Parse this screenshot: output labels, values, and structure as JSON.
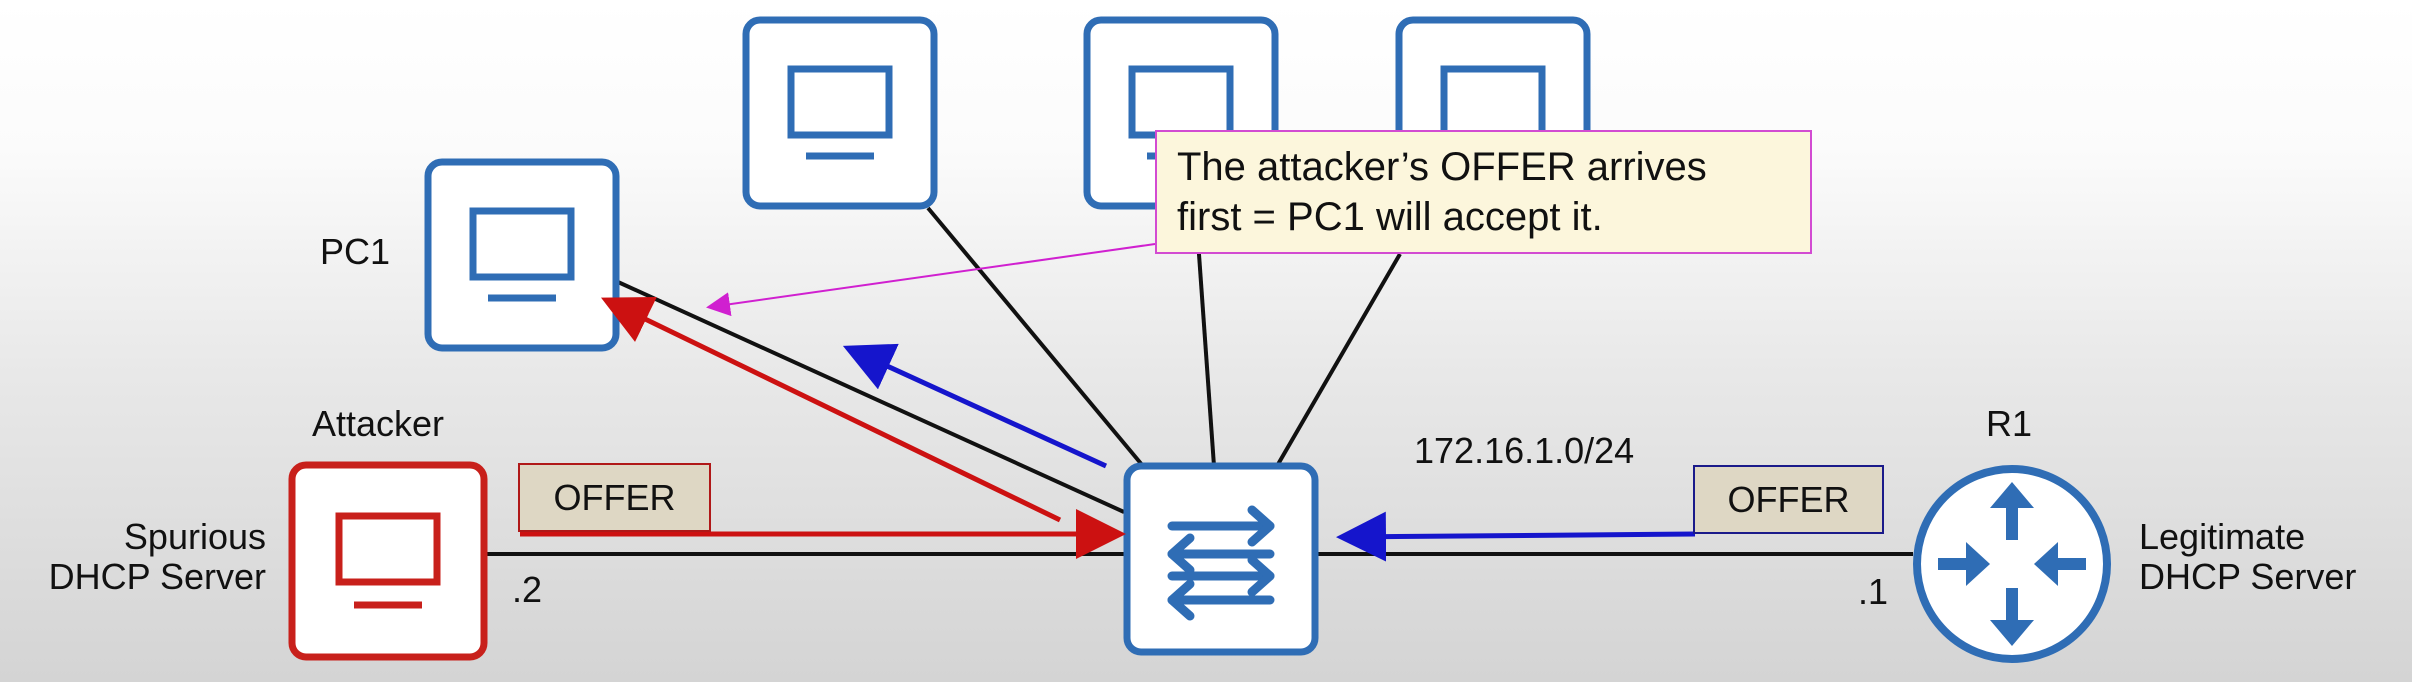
{
  "labels": {
    "pc1": "PC1",
    "attacker": "Attacker",
    "spurious_line1": "Spurious",
    "spurious_line2": "DHCP Server",
    "r1": "R1",
    "legit_line1": "Legitimate",
    "legit_line2": "DHCP Server",
    "subnet": "172.16.1.0/24",
    "attacker_host_id": ".2",
    "r1_host_id": ".1"
  },
  "messages": {
    "attacker_offer": "OFFER",
    "legit_offer": "OFFER"
  },
  "callout": {
    "line1": "The attacker’s OFFER arrives",
    "line2": "first = PC1 will accept it."
  },
  "colors": {
    "device_blue": "#2f6db5",
    "attacker_red": "#c8201b",
    "arrow_red": "#cc1111",
    "arrow_blue": "#1515cc",
    "callout_border": "#d24bd2",
    "link": "#111111"
  },
  "icons": {
    "pc": "desktop-monitor-icon",
    "switch": "switch-arrows-icon",
    "router": "router-arrows-icon"
  }
}
